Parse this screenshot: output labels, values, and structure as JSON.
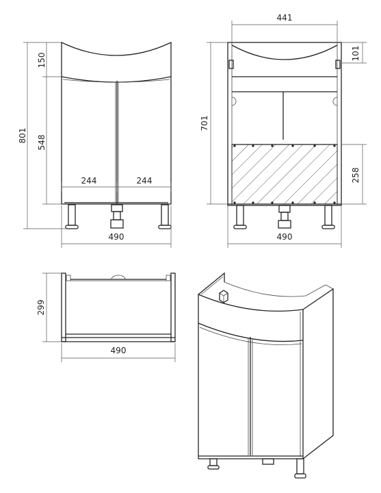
{
  "colors": {
    "line": "#222222",
    "background": "#ffffff",
    "hatch": "#444444"
  },
  "front_view": {
    "height_total": "801",
    "height_top": "150",
    "height_doors": "548",
    "door_left_width": "244",
    "door_right_width": "244",
    "width_total": "490"
  },
  "section_view": {
    "inner_width": "441",
    "top_depth": "101",
    "height": "701",
    "shelf_height": "258",
    "width_total": "490"
  },
  "top_view": {
    "depth": "299",
    "width": "490"
  }
}
